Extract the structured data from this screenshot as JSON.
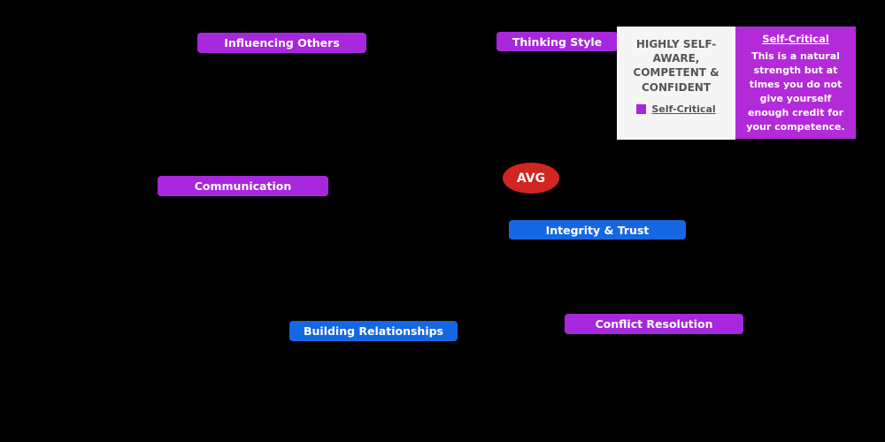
{
  "chart_data": {
    "type": "radar",
    "categories": [
      "Influencing Others",
      "Thinking Style",
      "Communication",
      "Integrity & Trust",
      "Building Relationships",
      "Conflict Resolution"
    ],
    "series": [
      {
        "name": "Self-Critical"
      }
    ],
    "legend": {
      "entries": [
        "Self-Critical"
      ],
      "position": "right-panel"
    },
    "marker": "AVG",
    "annotations": {
      "summary_heading": "HIGHLY SELF-AWARE, COMPETENT & CONFIDENT",
      "detail_title": "Self-Critical",
      "detail_body": "This is a natural strength but at times you do not give yourself enough credit for your competence."
    }
  },
  "colors": {
    "background": "#000000",
    "category_purple": "#A727DC",
    "category_blue": "#1568E2",
    "avg_red": "#D12521",
    "insight_panel_bg": "#F6F5F6",
    "insight_text": "#56535A",
    "detail_panel_bg": "#B32BD8",
    "label_text": "#FFFFFF"
  }
}
